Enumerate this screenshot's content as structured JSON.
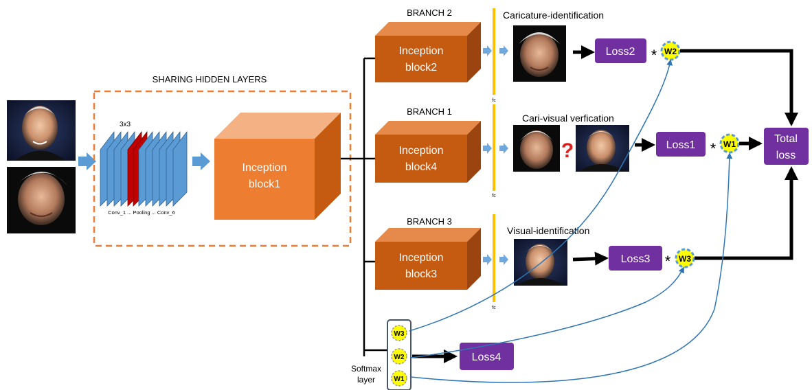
{
  "section_title": "SHARING HIDDEN LAYERS",
  "conv_stack": {
    "kernel_label": "3x3",
    "bottom_label": "Conv_1 ... Pooling ... Conv_6"
  },
  "inception": {
    "block1": [
      "Inception",
      "block1"
    ],
    "block2": [
      "Inception",
      "block2"
    ],
    "block3": [
      "Inception",
      "block3"
    ],
    "block4": [
      "Inception",
      "block4"
    ]
  },
  "branches": {
    "branch1": "BRANCH 1",
    "branch2": "BRANCH 2",
    "branch3": "BRANCH 3"
  },
  "fc_label": "fc",
  "task_labels": {
    "caricature_identification": "Caricature-identification",
    "cari_visual_verification": "Cari-visual verfication",
    "visual_identification": "Visual-identification"
  },
  "question_mark": "?",
  "losses": {
    "loss1": "Loss1",
    "loss2": "Loss2",
    "loss3": "Loss3",
    "loss4": "Loss4",
    "total": [
      "Total",
      "loss"
    ]
  },
  "weights": {
    "w1": "W1",
    "w2": "W2",
    "w3": "W3"
  },
  "multiply_symbol": "*",
  "softmax_label": [
    "Softmax",
    "layer"
  ],
  "colors": {
    "inception_orange": "#ed7d31",
    "inception_dark": "#c55a11",
    "conv_blue": "#5b9bd5",
    "pool_red": "#c00000",
    "loss_purple": "#7030a0",
    "weight_yellow": "#ffff00",
    "fc_gold": "#ffc000",
    "arrow_light_blue": "#6fa8dc",
    "curve_blue": "#2e75b6"
  }
}
